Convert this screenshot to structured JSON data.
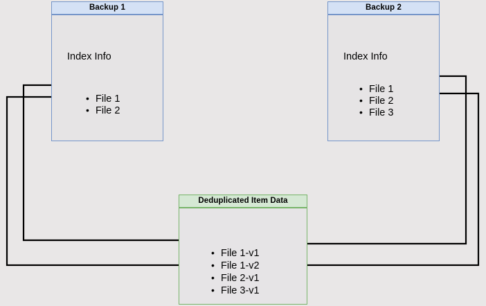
{
  "diagram": {
    "title_hidden": "",
    "background_color": "#e9e7e7",
    "nodes": [
      {
        "id": "backup1",
        "title": "Backup 1",
        "section_label": "Index Info",
        "items": [
          "File 1",
          "File 2"
        ],
        "accent_color": "#7595c9",
        "header_fill": "#d4e1f5"
      },
      {
        "id": "backup2",
        "title": "Backup 2",
        "section_label": "Index Info",
        "items": [
          "File 1",
          "File 2",
          "File 3"
        ],
        "accent_color": "#7595c9",
        "header_fill": "#d4e1f5"
      },
      {
        "id": "dedup",
        "title": "Deduplicated Item Data",
        "items": [
          "File 1-v1",
          "File 1-v2",
          "File 2-v1",
          "File 3-v1"
        ],
        "accent_color": "#76b368",
        "header_fill": "#d5e8d4"
      }
    ],
    "edges": [
      {
        "from": "backup1.File 1",
        "to": "dedup.File 1-v1",
        "color": "#000000"
      },
      {
        "from": "backup1.File 2",
        "to": "dedup.File 2-v1",
        "color": "#000000"
      },
      {
        "from": "backup2.File 1",
        "to": "dedup.File 1-v2",
        "color": "#000000"
      },
      {
        "from": "backup2.File 2",
        "to": "dedup.File 2-v1",
        "color": "#000000"
      }
    ]
  }
}
